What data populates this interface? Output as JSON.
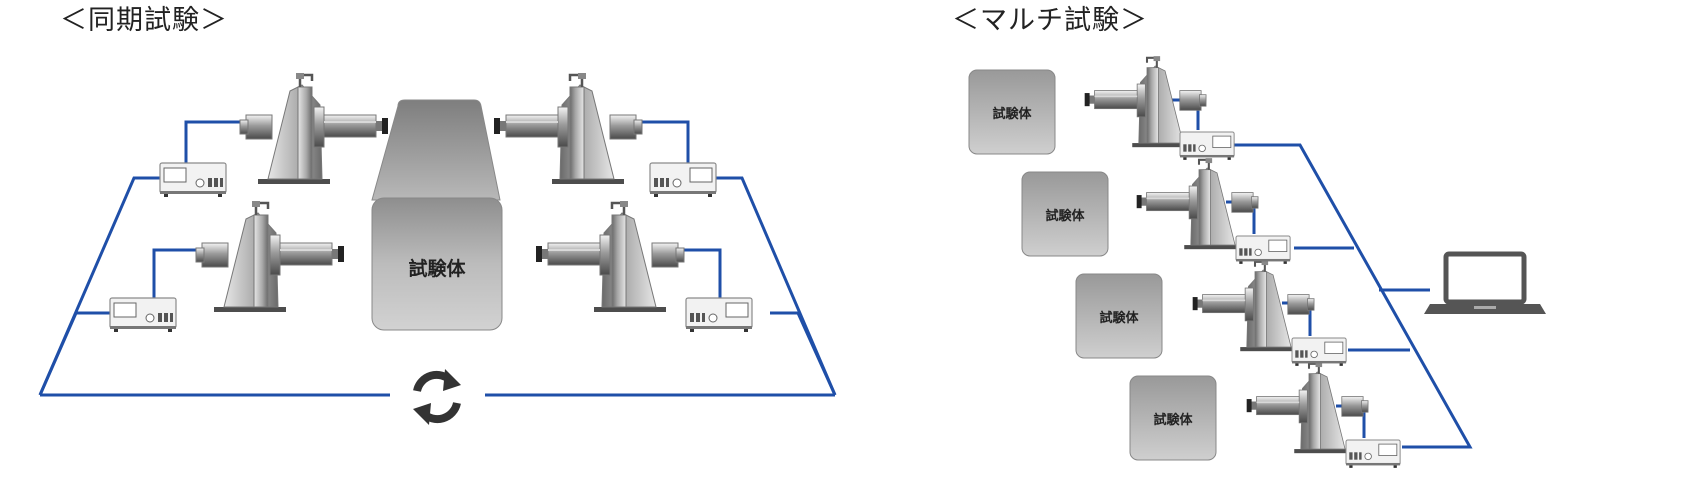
{
  "sync_test": {
    "title": "＜同期試験＞",
    "specimen_label": "試験体",
    "sync_icon": "sync-rotation-icon"
  },
  "multi_test": {
    "title": "＜マルチ試験＞",
    "specimens": [
      {
        "label": "試験体"
      },
      {
        "label": "試験体"
      },
      {
        "label": "試験体"
      },
      {
        "label": "試験体"
      }
    ],
    "pc_icon": "laptop-icon"
  },
  "colors": {
    "wire": "#1f4fa8",
    "machine_dark": "#5a5a5a",
    "machine_light": "#dcdcdc",
    "specimen_fill": "#b0b0b0"
  }
}
